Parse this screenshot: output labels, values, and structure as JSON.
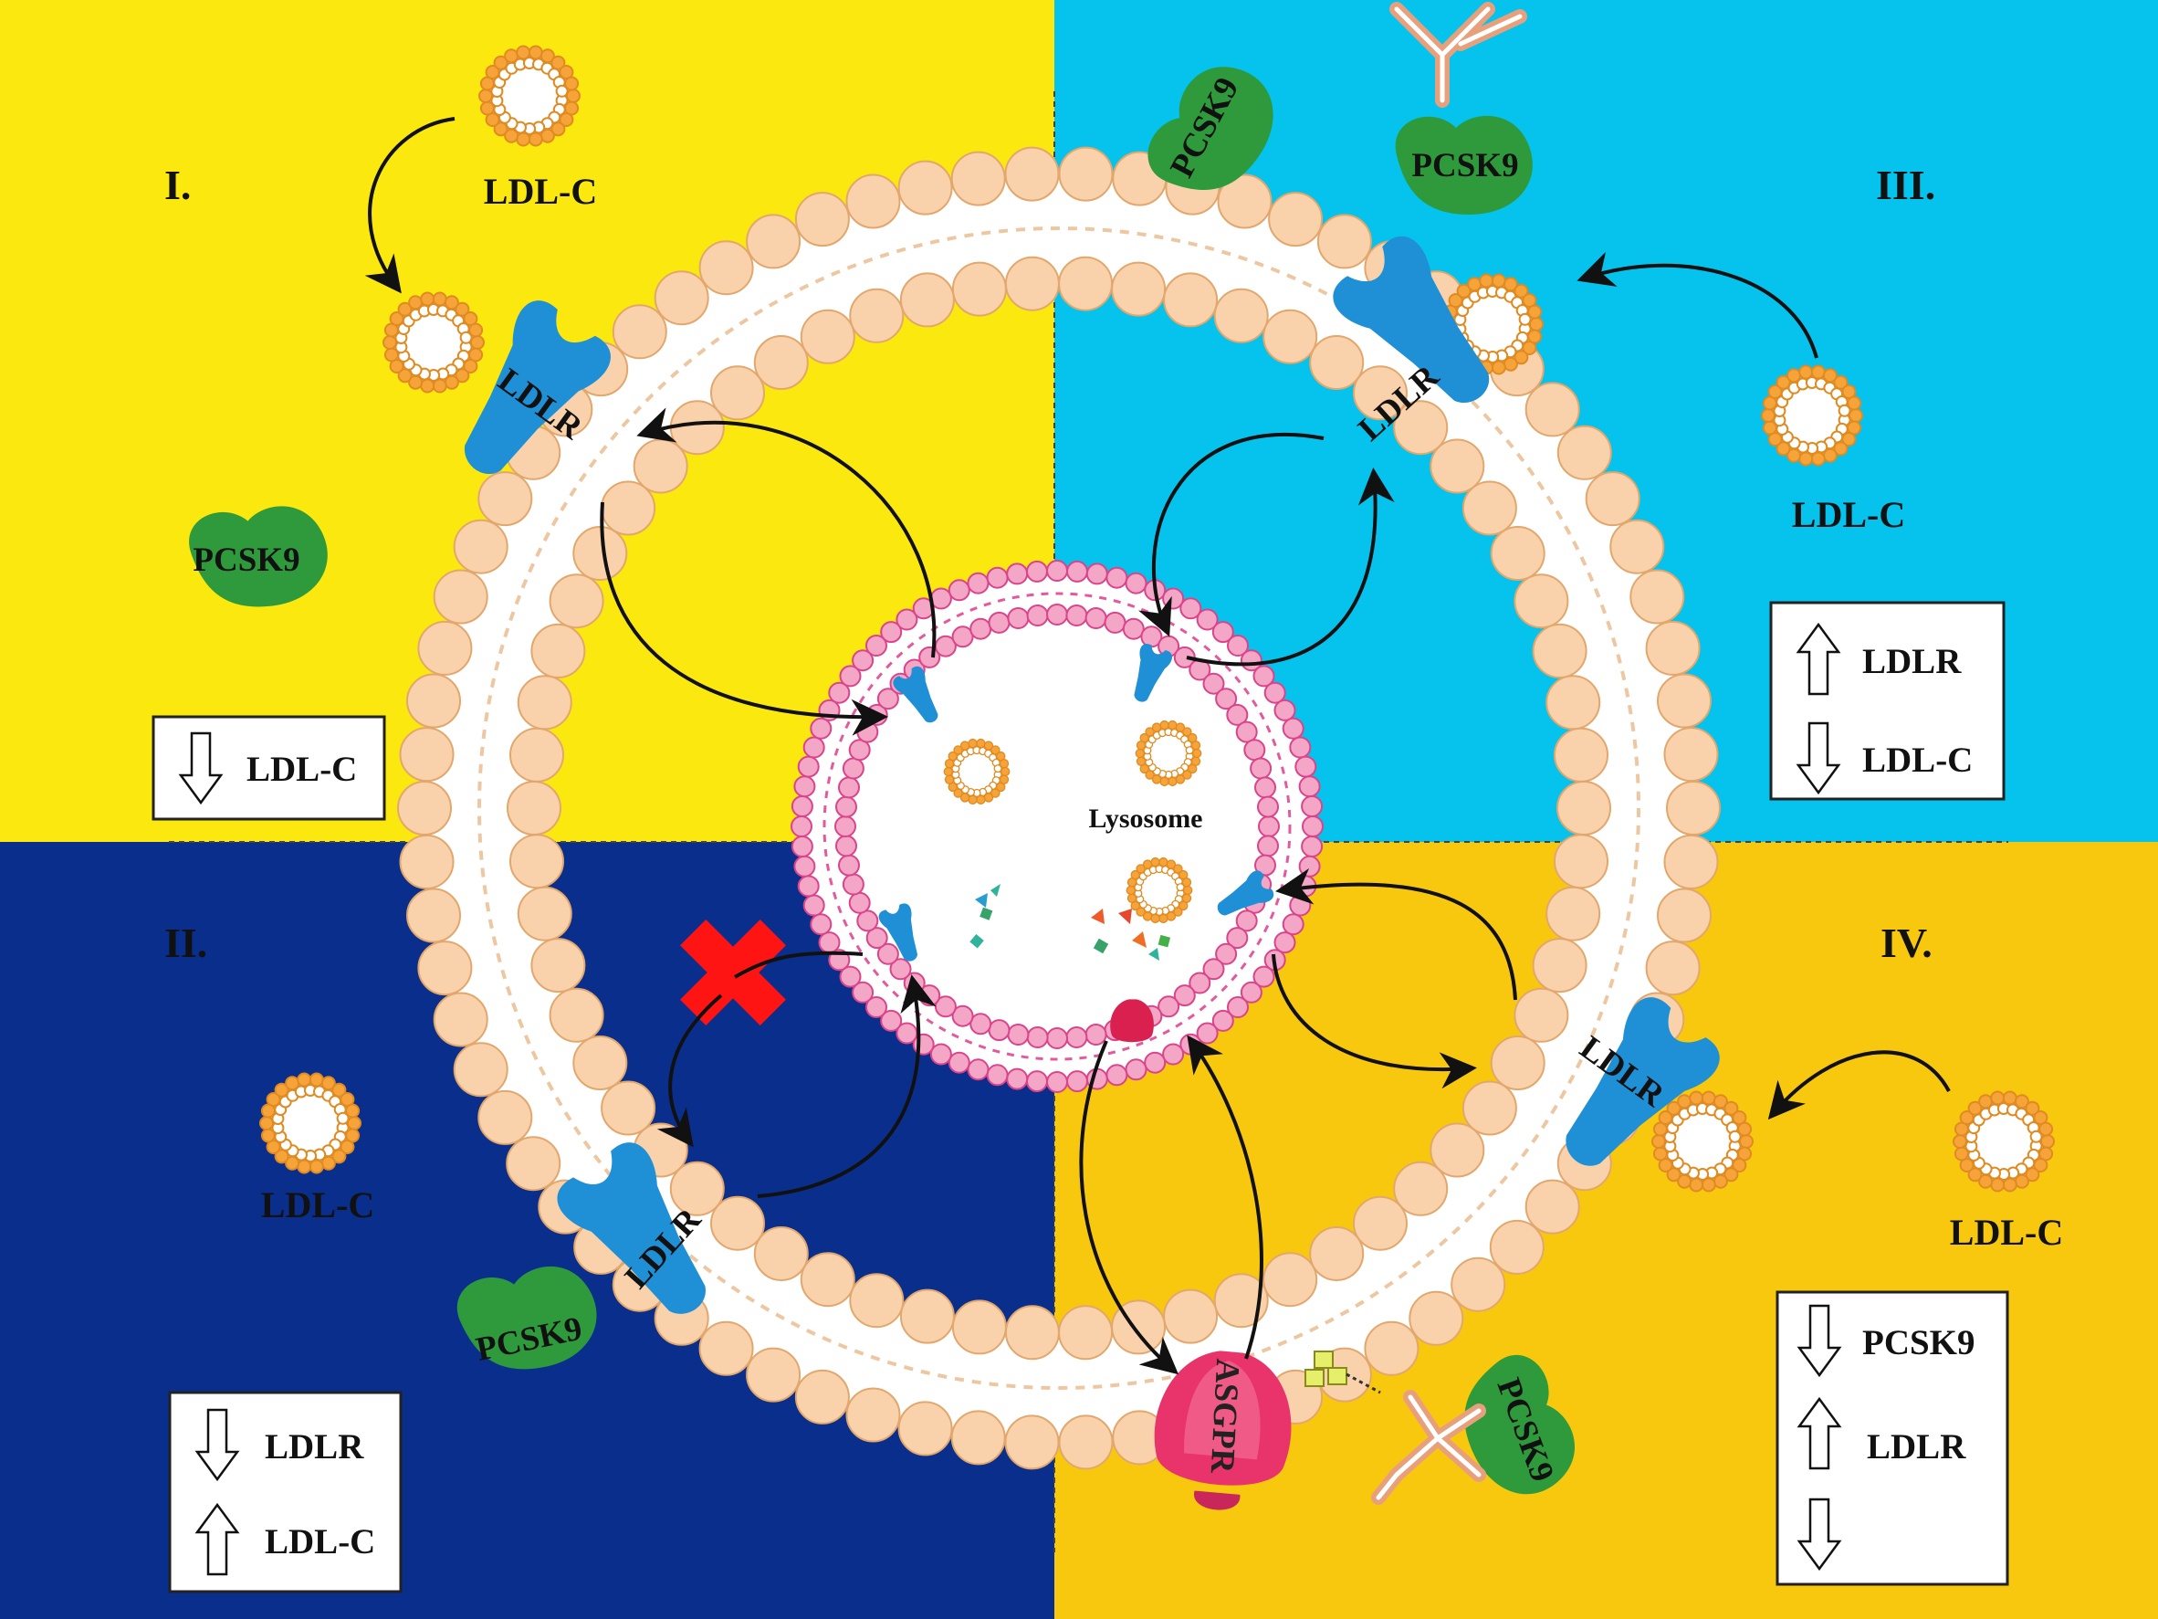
{
  "quadrants": {
    "I": {
      "label": "I.",
      "color": "#fbe80e"
    },
    "II": {
      "label": "II.",
      "color": "#0a2e8c"
    },
    "III": {
      "label": "III.",
      "color": "#05c3ec"
    },
    "IV": {
      "label": "IV.",
      "color": "#f8c80f"
    }
  },
  "labels": {
    "ldlc": "LDL-C",
    "ldlr": "LDLR",
    "pcsk9": "PCSK9",
    "asgpr": "ASGPR",
    "lysosome": "Lysosome"
  },
  "summary_boxes": {
    "I": {
      "rows": [
        {
          "arrow": "down",
          "text": "LDL-C"
        }
      ]
    },
    "II": {
      "rows": [
        {
          "arrow": "down",
          "text": "LDLR"
        },
        {
          "arrow": "up",
          "text": "LDL-C"
        }
      ]
    },
    "III": {
      "rows": [
        {
          "arrow": "up",
          "text": "LDLR"
        },
        {
          "arrow": "down",
          "text": "LDL-C"
        }
      ]
    },
    "IV": {
      "rows": [
        {
          "arrow": "down",
          "text": "PCSK9"
        },
        {
          "arrow": "up",
          "text": "LDLR"
        },
        {
          "arrow": "down",
          "text": ""
        }
      ]
    }
  },
  "colors": {
    "membrane_head": "#f9d2ac",
    "membrane_stroke": "#e2a76c",
    "lysosome_head": "#f4a6c6",
    "lysosome_stroke": "#d9448a",
    "ldlr": "#1f8fd6",
    "pcsk9": "#2e9a3c",
    "asgpr": "#e8336b",
    "ldl_particle": "#f6a43a",
    "block_mark": "#ff1414"
  }
}
